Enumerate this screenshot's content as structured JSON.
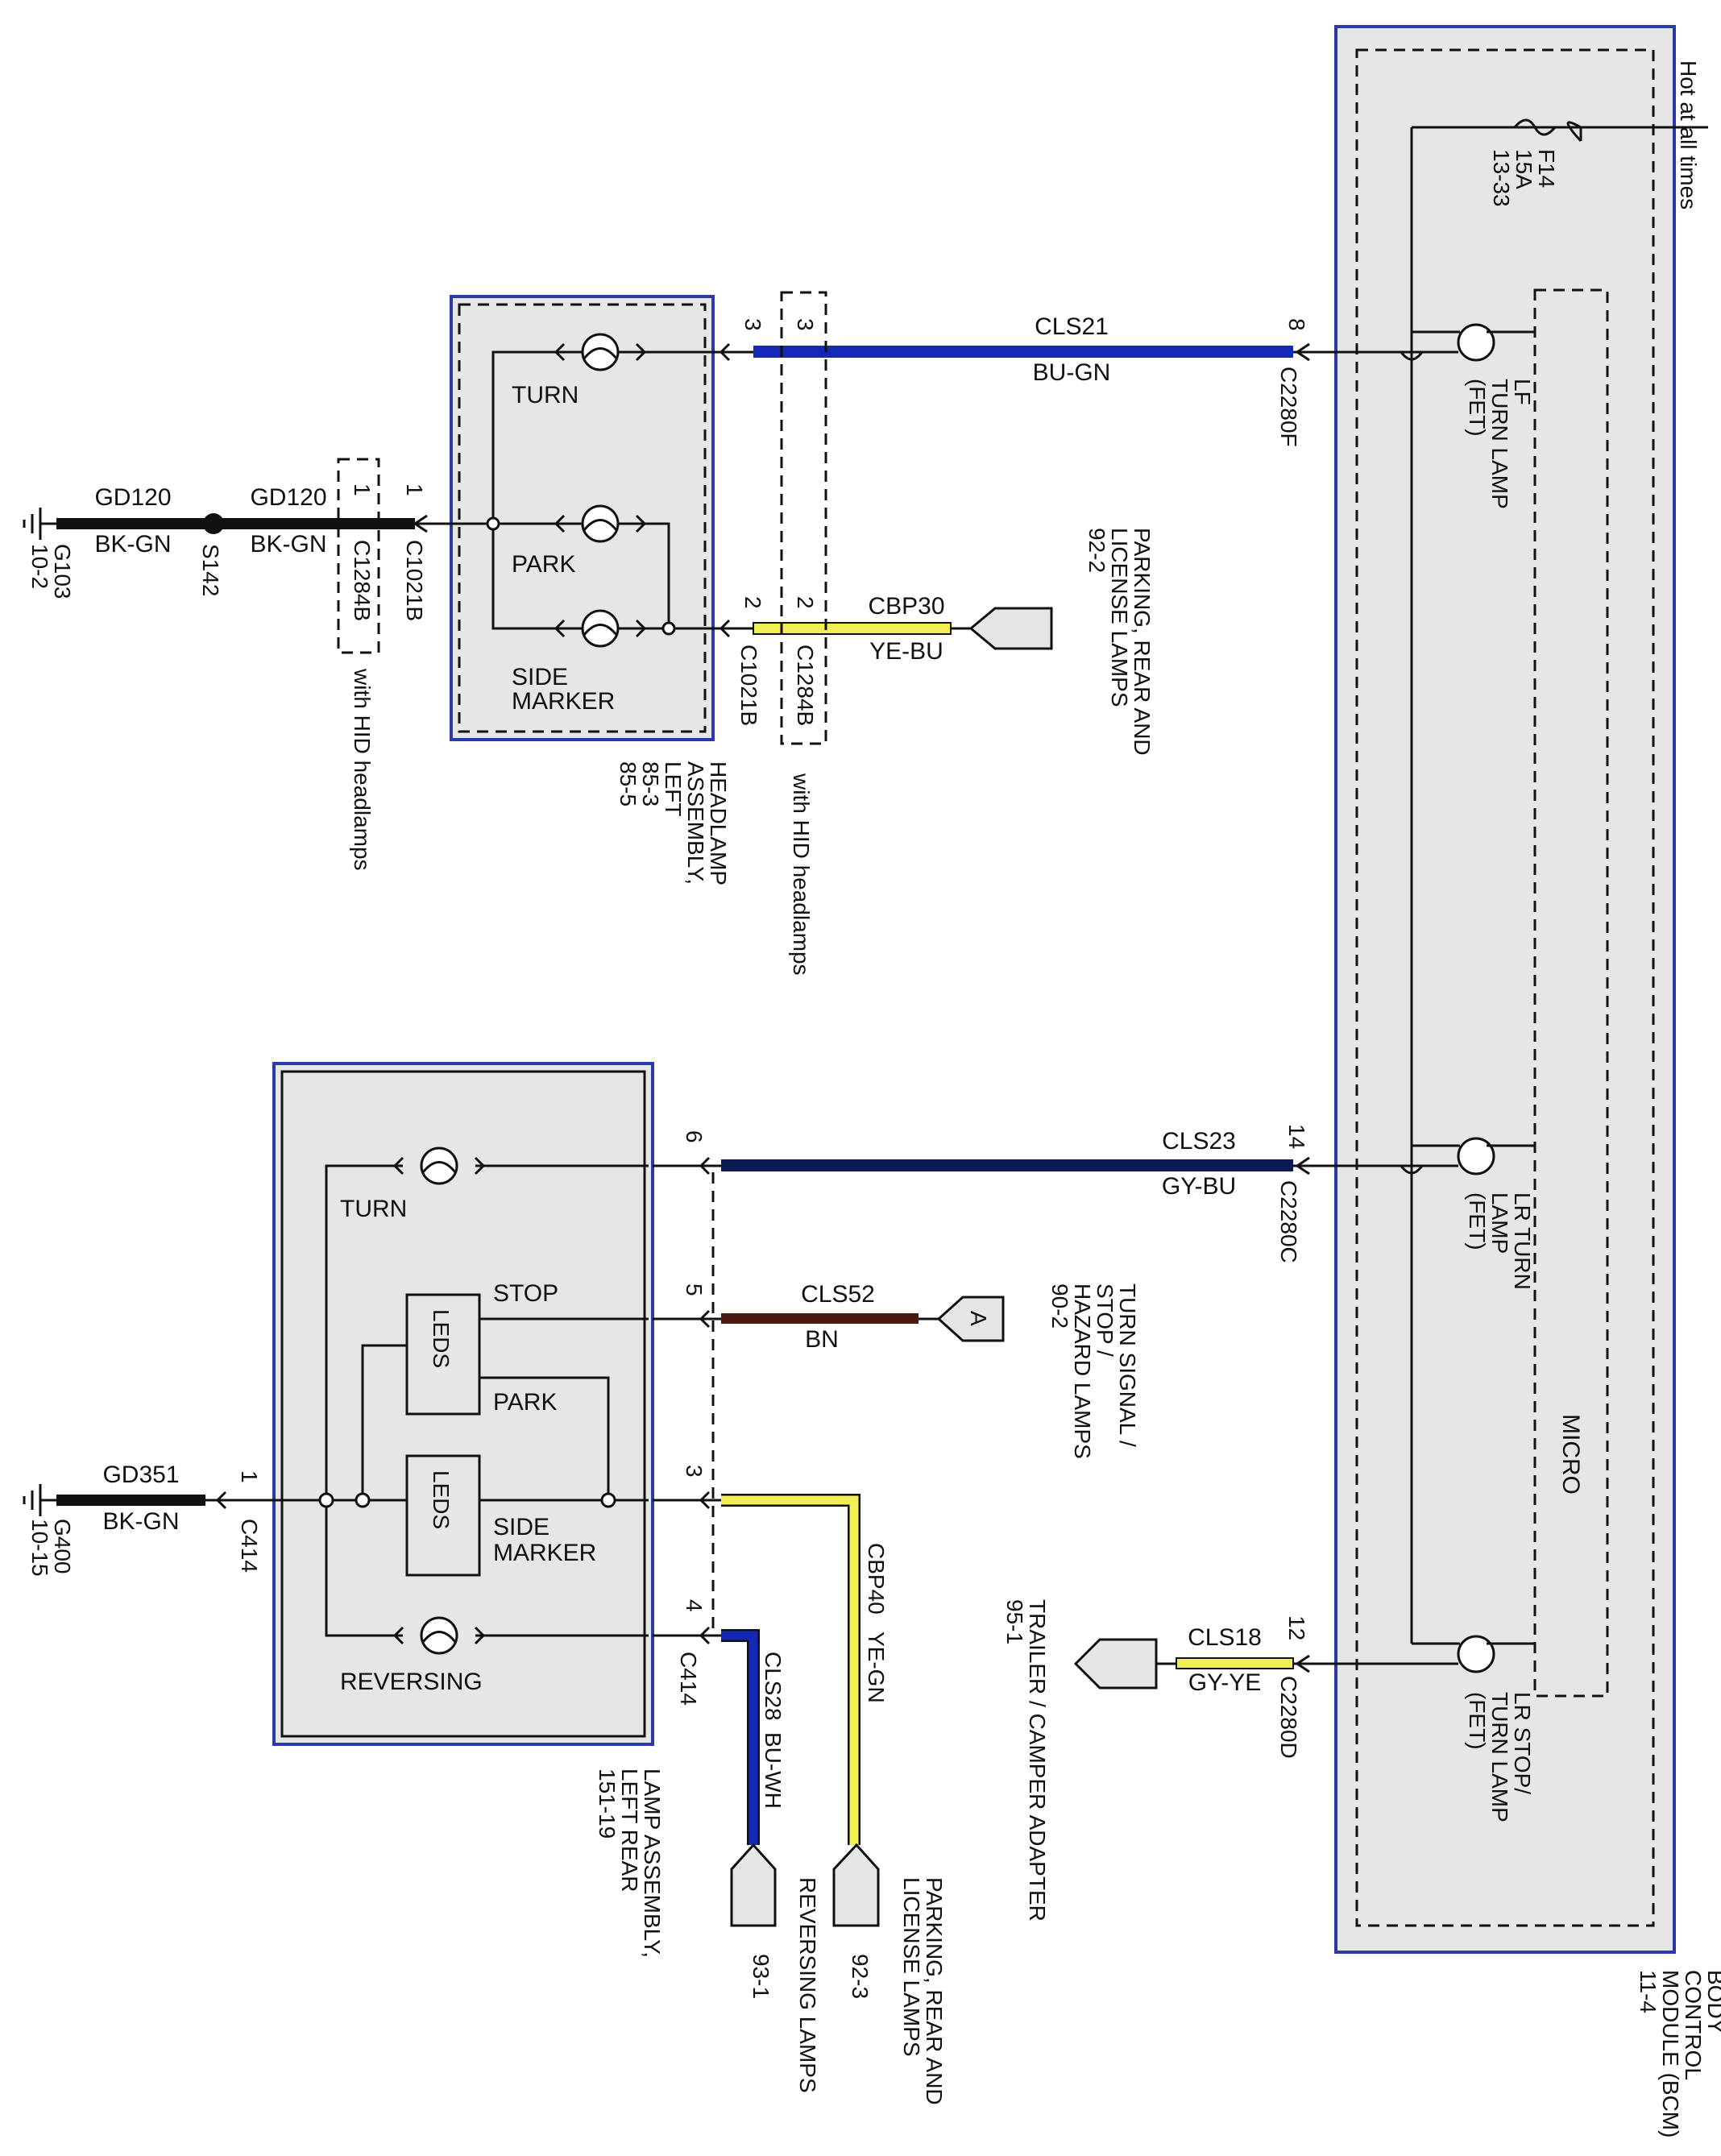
{
  "colors": {
    "frame_blue": "#2a3aa6",
    "wire_blue": "#1428b8",
    "wire_dark_blue": "#0d1a55",
    "wire_brown": "#4a1a10",
    "wire_yellow": "#f2ef55",
    "box_fill": "#e6e6e6"
  },
  "bcm": {
    "power_label": "Hot at all times",
    "fuse": {
      "name": "F14",
      "rating": "15A",
      "ref": "13-33"
    },
    "micro_label": "MICRO",
    "title": [
      "BODY",
      "CONTROL",
      "MODULE (BCM)",
      "11-4"
    ],
    "outputs": {
      "lf": {
        "label": [
          "LF",
          "TURN LAMP",
          "(FET)"
        ],
        "pin": "8",
        "connector": "C2280F"
      },
      "lr": {
        "label": [
          "LR TURN",
          "LAMP",
          "(FET)"
        ],
        "pin": "14",
        "connector": "C2280C"
      },
      "lrs": {
        "label": [
          "LR STOP/",
          "TURN LAMP",
          "(FET)"
        ],
        "pin": "12",
        "connector": "C2280D"
      }
    }
  },
  "wires": {
    "cls21": {
      "circuit": "CLS21",
      "color": "BU-GN"
    },
    "cbp30": {
      "circuit": "CBP30",
      "color": "YE-BU"
    },
    "cls23": {
      "circuit": "CLS23",
      "color": "GY-BU"
    },
    "cls52": {
      "circuit": "CLS52",
      "color": "BN"
    },
    "cls18": {
      "circuit": "CLS18",
      "color": "GY-YE"
    },
    "cbp40": {
      "circuit": "CBP40",
      "color": "YE-GN"
    },
    "cls28": {
      "circuit": "CLS28",
      "color": "BU-WH"
    },
    "gd120a": {
      "circuit": "GD120",
      "color": "BK-GN"
    },
    "gd120b": {
      "circuit": "GD120",
      "color": "BK-GN"
    },
    "gd351": {
      "circuit": "GD351",
      "color": "BK-GN"
    }
  },
  "headlamp": {
    "title": [
      "HEADLAMP",
      "ASSEMBLY,",
      "LEFT",
      "85-3",
      "85-5"
    ],
    "turn": "TURN",
    "park": "PARK",
    "side_marker": [
      "SIDE",
      "MARKER"
    ],
    "pins": {
      "turn": "3",
      "park": "2",
      "ground": "1"
    },
    "connector": "C1021B",
    "hid_connector": "C1284B",
    "hid_pins": {
      "turn": "3",
      "park": "2",
      "ground": "1"
    },
    "hid_note": "with HID headlamps"
  },
  "grounds": {
    "splice": "S142",
    "g103": {
      "name": "G103",
      "ref": "10-2"
    },
    "g400": {
      "name": "G400",
      "ref": "10-15"
    }
  },
  "rear": {
    "title": [
      "LAMP ASSEMBLY,",
      "LEFT REAR",
      "151-19"
    ],
    "turn": "TURN",
    "stop": "STOP",
    "park": "PARK",
    "leds": "LEDS",
    "side_marker": [
      "SIDE",
      "MARKER"
    ],
    "reversing": "REVERSING",
    "connector": "C414",
    "pins": {
      "turn": "6",
      "stop": "5",
      "side": "3",
      "rev": "4",
      "gnd": "1"
    }
  },
  "destinations": {
    "park_front": [
      "PARKING, REAR AND",
      "LICENSE LAMPS",
      "92-2"
    ],
    "turn_signal": [
      "TURN SIGNAL /",
      "STOP /",
      "HAZARD LAMPS",
      "90-2"
    ],
    "turn_signal_tag": "A",
    "trailer": [
      "TRAILER / CAMPER ADAPTER",
      "95-1"
    ],
    "park_rear": [
      "PARKING, REAR AND",
      "LICENSE LAMPS",
      "92-3"
    ],
    "reversing": [
      "REVERSING LAMPS",
      "93-1"
    ]
  }
}
